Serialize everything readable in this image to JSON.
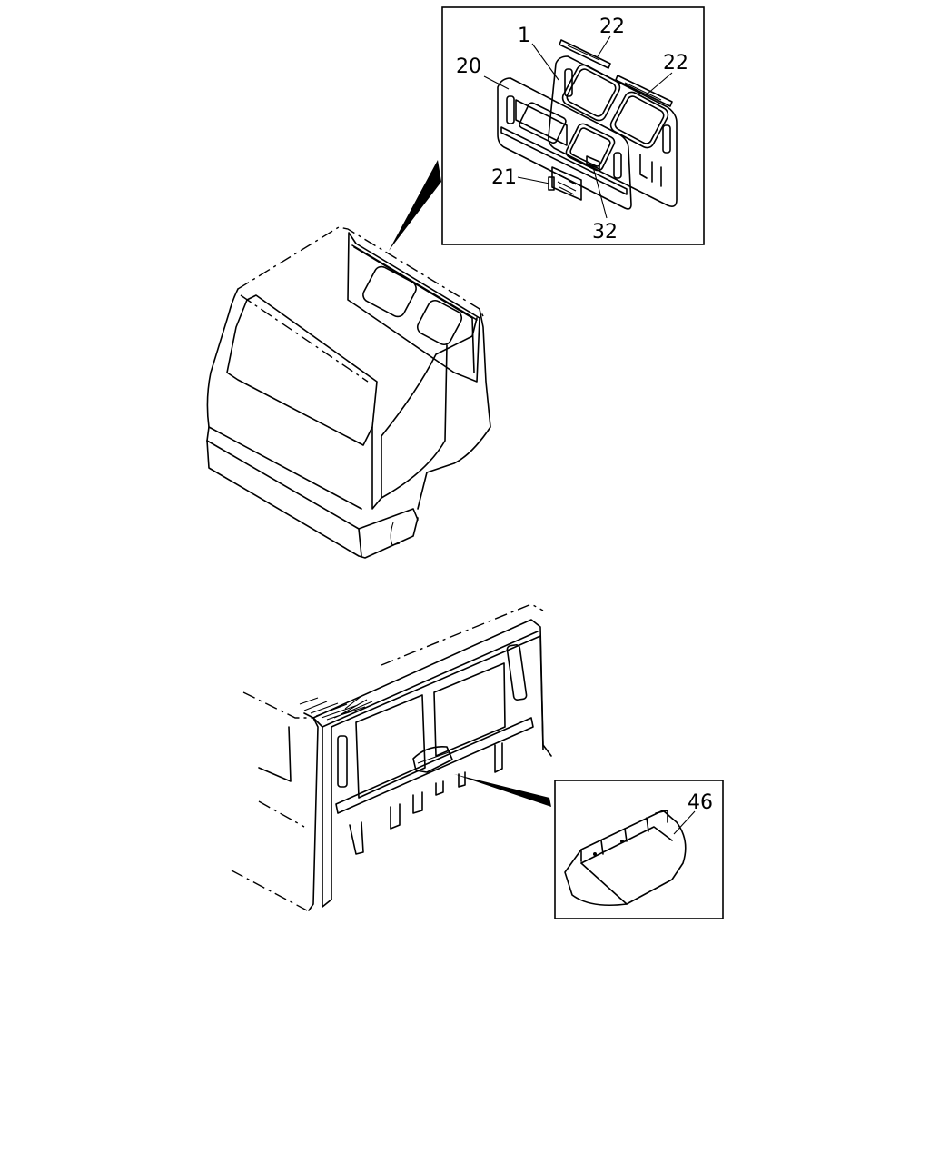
{
  "callouts": {
    "part_1": "1",
    "part_22_left": "22",
    "part_22_right": "22",
    "part_20": "20",
    "part_21": "21",
    "part_32": "32",
    "part_46": "46"
  },
  "colors": {
    "line": "#000000",
    "background": "#ffffff"
  }
}
